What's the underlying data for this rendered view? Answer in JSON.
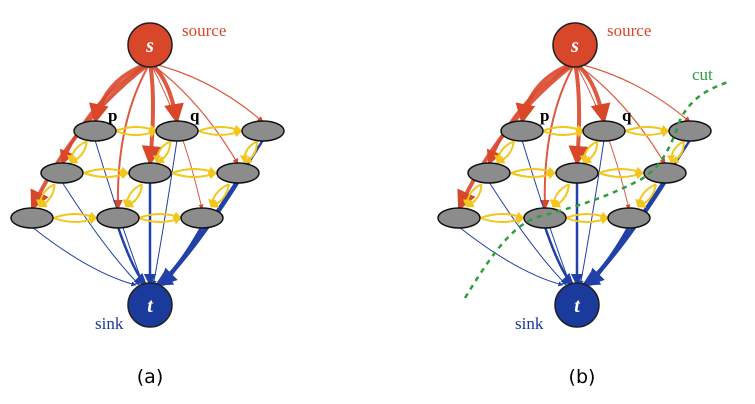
{
  "colors": {
    "source": "#d9472b",
    "sink": "#1a3a9c",
    "node_fill": "#8c8c8c",
    "neighbor_edge": "#f2c61a",
    "cut": "#2f9e3a",
    "source_edge": "#d9472b",
    "sink_edge": "#2140a8"
  },
  "panels": [
    {
      "source_node": "s",
      "source_label": "source",
      "sink_node": "t",
      "sink_label": "sink",
      "pixel_labels": [
        "p",
        "q"
      ],
      "caption": "(a)"
    },
    {
      "source_node": "s",
      "source_label": "source",
      "sink_node": "t",
      "sink_label": "sink",
      "pixel_labels": [
        "p",
        "q"
      ],
      "cut_label": "cut",
      "caption": "(b)"
    }
  ]
}
